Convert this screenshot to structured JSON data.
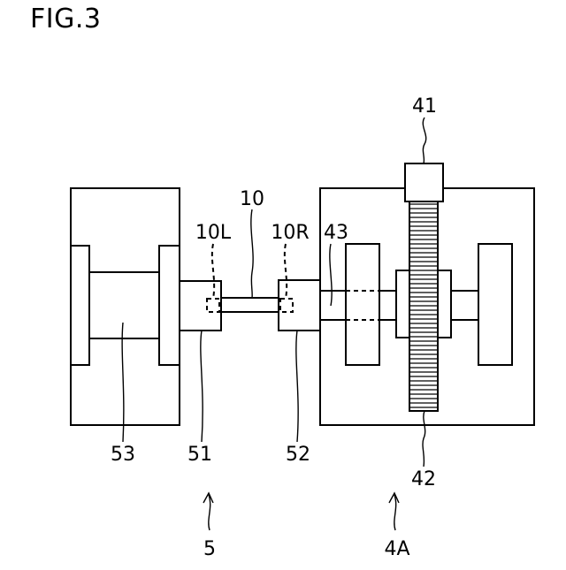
{
  "figure": {
    "title": "FIG.3",
    "labels": {
      "l41": "41",
      "l10": "10",
      "l10L": "10L",
      "l10R": "10R",
      "l43": "43",
      "l53": "53",
      "l51": "51",
      "l52": "52",
      "l42": "42",
      "l5": "5",
      "l4A": "4A"
    }
  }
}
